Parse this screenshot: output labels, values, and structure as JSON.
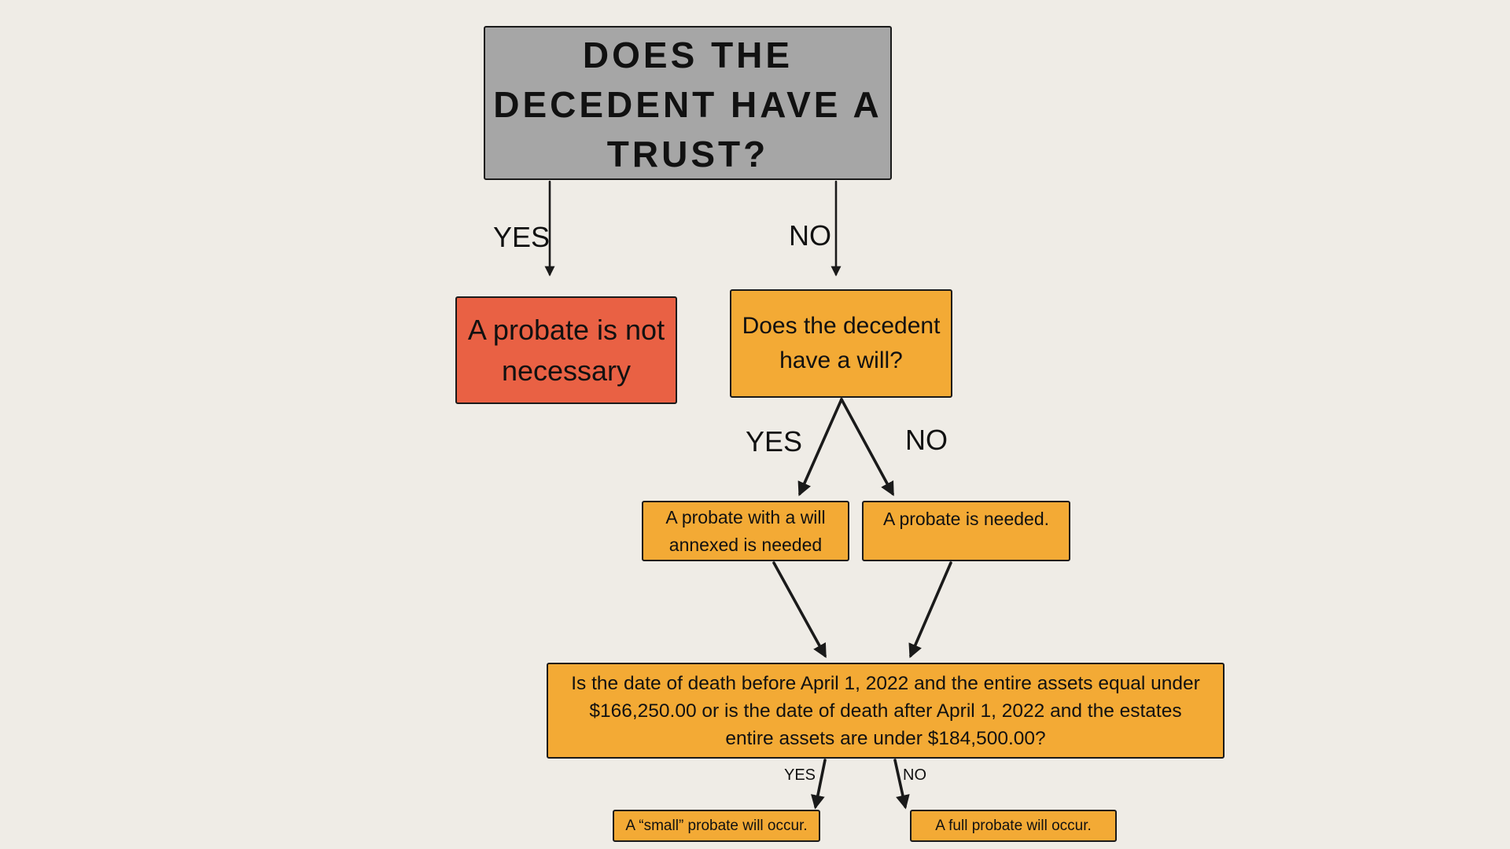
{
  "colors": {
    "background": "#EFECE6",
    "question_gray": "#A6A6A6",
    "result_red": "#E96144",
    "step_orange": "#F3AA35",
    "outline": "#1a1a1a"
  },
  "nodes": {
    "trust_question": "DOES THE DECEDENT HAVE A TRUST?",
    "no_probate": "A probate is not necessary",
    "will_question": "Does the decedent have a will?",
    "will_annexed": "A probate with a will annexed is needed",
    "probate_needed": "A probate is needed.",
    "assets_question": "Is the date of death before April 1, 2022 and the entire assets equal under $166,250.00 or is the date of death after April 1, 2022 and the estates entire assets are under $184,500.00?",
    "small_probate": "A “small” probate will occur.",
    "full_probate": "A full probate will occur."
  },
  "edge_labels": {
    "trust_yes": "YES",
    "trust_no": "NO",
    "will_yes": "YES",
    "will_no": "NO",
    "assets_yes": "YES",
    "assets_no": "NO"
  }
}
